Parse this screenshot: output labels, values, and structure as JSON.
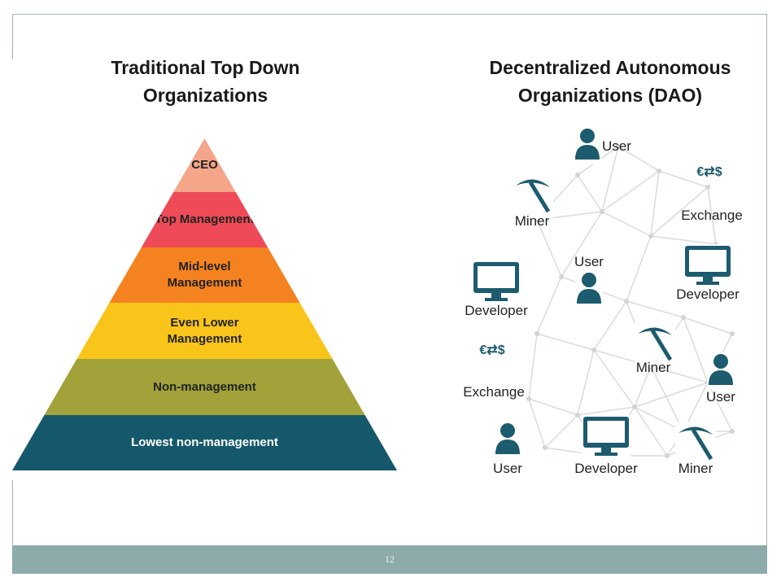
{
  "left_title": [
    "Traditional Top Down",
    "Organizations"
  ],
  "right_title": [
    "Decentralized Autonomous",
    "Organizations (DAO)"
  ],
  "pyramid": [
    {
      "label": "CEO",
      "color": "#f4a58a"
    },
    {
      "label": "Top Management",
      "color": "#ee4a57"
    },
    {
      "label": "Mid-level Management",
      "color": "#f58220"
    },
    {
      "label": "Even Lower Management",
      "color": "#f9c51b"
    },
    {
      "label": "Non-management",
      "color": "#a2a23a"
    },
    {
      "label": "Lowest non-management",
      "color": "#16586b"
    }
  ],
  "dao_nodes": [
    {
      "label": "User",
      "icon": "user-icon"
    },
    {
      "label": "Exchange",
      "icon": "exchange-icon"
    },
    {
      "label": "Miner",
      "icon": "pickaxe-icon"
    },
    {
      "label": "User",
      "icon": "user-icon"
    },
    {
      "label": "Developer",
      "icon": "monitor-icon"
    },
    {
      "label": "Developer",
      "icon": "monitor-icon"
    },
    {
      "label": "Miner",
      "icon": "pickaxe-icon"
    },
    {
      "label": "Exchange",
      "icon": "exchange-icon"
    },
    {
      "label": "User",
      "icon": "user-icon"
    },
    {
      "label": "User",
      "icon": "user-icon"
    },
    {
      "label": "Developer",
      "icon": "monitor-icon"
    },
    {
      "label": "Miner",
      "icon": "pickaxe-icon"
    }
  ],
  "page_number": "12"
}
